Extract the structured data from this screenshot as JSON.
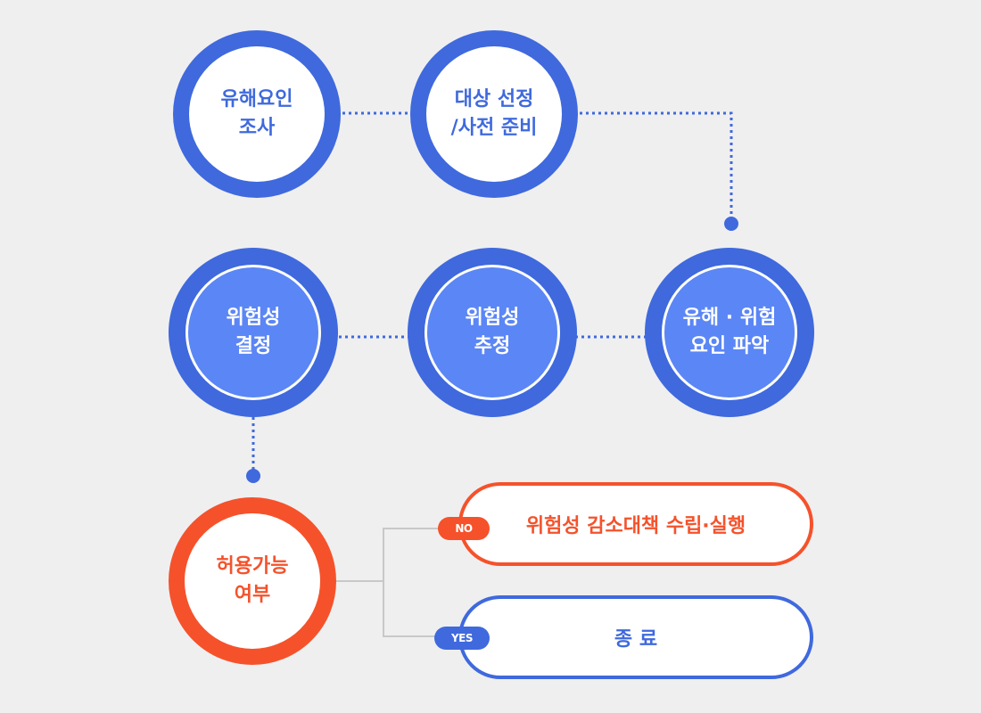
{
  "diagram": {
    "nodes": [
      {
        "id": "hazard-survey",
        "label": "유해요인\n조사"
      },
      {
        "id": "target-selection",
        "label": "대상 선정\n/사전 준비"
      },
      {
        "id": "hazard-identification",
        "label": "유해 · 위험\n요인 파악"
      },
      {
        "id": "risk-estimation",
        "label": "위험성\n추정"
      },
      {
        "id": "risk-determination",
        "label": "위험성\n결정"
      },
      {
        "id": "acceptability",
        "label": "허용가능\n여부"
      }
    ],
    "outcomes": {
      "no_tag": "NO",
      "no_label": "위험성 감소대책 수립·실행",
      "yes_tag": "YES",
      "yes_label": "종 료"
    },
    "colors": {
      "blue": "#3f69dd",
      "light_blue": "#5b86f5",
      "orange": "#f5522b",
      "background": "#efeff0",
      "branch_line": "#c8c8c8"
    }
  }
}
